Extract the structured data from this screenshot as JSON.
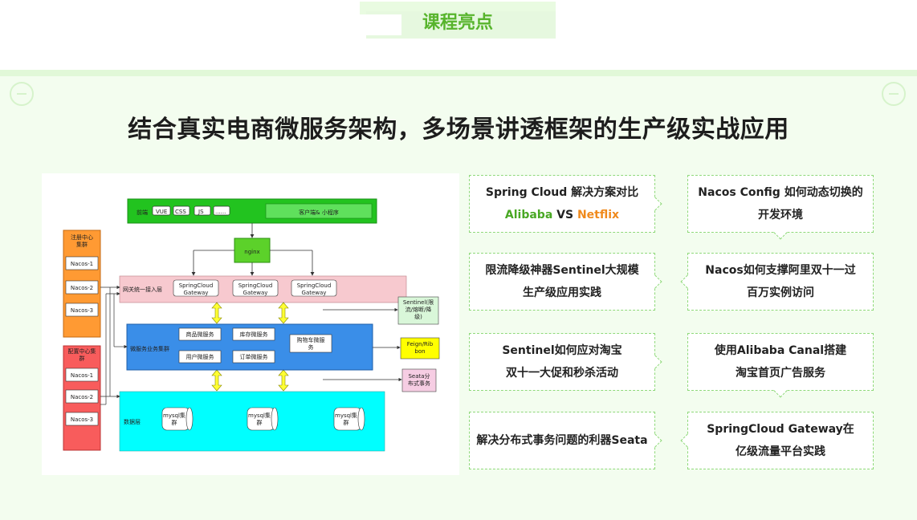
{
  "header": {
    "title": "课程亮点"
  },
  "main": {
    "heading": "结合真实电商微服务架构，多场景讲透框架的生产级实战应用"
  },
  "diagram": {
    "frontend": {
      "label": "前端",
      "tags": [
        "VUE",
        "CSS",
        "JS",
        "......"
      ],
      "client": "客户端& 小程序"
    },
    "nginx": "nginx",
    "gateway_layer": {
      "label": "网关统一接入层",
      "gateways": [
        "SpringCloud\nGateway",
        "SpringCloud\nGateway",
        "SpringCloud\nGateway"
      ]
    },
    "service_layer": {
      "label": "微服务业务集群",
      "services": [
        "商品微服务",
        "库存微服务",
        "用户微服务",
        "订单微服务",
        "购物车微服务"
      ]
    },
    "data_layer": {
      "label": "数据层",
      "dbs": [
        "mysql集\n群",
        "mysql集\n群",
        "mysql集\n群"
      ]
    },
    "registry": {
      "title": "注册中心\n集群",
      "nodes": [
        "Nacos-1",
        "Nacos-2",
        "Nacos-3"
      ]
    },
    "config": {
      "title": "配置中心集\n群",
      "nodes": [
        "Nacos-1",
        "Nacos-2",
        "Nacos-3"
      ]
    },
    "sentinel": "Sentinel(限\n流/熔断/降\n级)",
    "feign": "Feign/Rib\nbon",
    "seata": "Seata分\n布式事务"
  },
  "cards": [
    {
      "line1": "Spring Cloud 解决方案对比",
      "line2_a": "Alibaba",
      "line2_b": " VS ",
      "line2_c": "Netflix"
    },
    {
      "line1": "Nacos Config 如何动态切换的",
      "line2": "开发环境"
    },
    {
      "line1": "限流降级神器Sentinel大规模",
      "line2": "生产级应用实践"
    },
    {
      "line1": "Nacos如何支撑阿里双十一过",
      "line2": "百万实例访问"
    },
    {
      "line1": "Sentinel如何应对淘宝",
      "line2": "双十一大促和秒杀活动"
    },
    {
      "line1": "使用Alibaba Canal搭建",
      "line2": "淘宝首页广告服务"
    },
    {
      "line1": "解决分布式事务问题的利器Seata"
    },
    {
      "line1": "SpringCloud Gateway在",
      "line2": "亿级流量平台实践"
    }
  ],
  "colors": {
    "accent_green": "#57b42c",
    "alibaba_green": "#49a824",
    "netflix_orange": "#f08a1c",
    "frontend_green": "#22c31f",
    "gateway_pink": "#f7c9cf",
    "service_blue": "#3a8ee8",
    "data_cyan": "#00ffff",
    "registry_orange": "#ff9a33",
    "config_red": "#f85c5c"
  }
}
